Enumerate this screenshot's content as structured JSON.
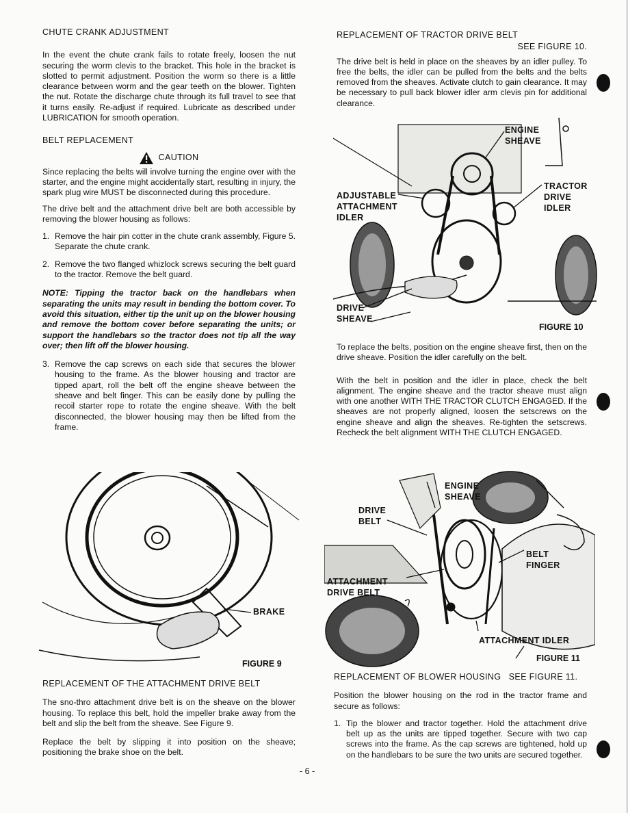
{
  "left": {
    "chute": {
      "heading": "CHUTE CRANK ADJUSTMENT",
      "body": "In the event the chute crank fails to rotate freely, loosen the nut securing the worm clevis to the bracket. This hole in the bracket is slotted to permit adjustment. Position the worm so there is a little clearance between worm and the gear teeth on the blower. Tighten the nut. Rotate the discharge chute through its full travel to see that it turns easily. Re-adjust if required. Lubricate as described under LUBRICATION for smooth operation."
    },
    "belt": {
      "heading": "BELT REPLACEMENT",
      "caution_label": "CAUTION",
      "caution_text": "Since replacing the belts will involve turning the engine over with the starter, and the engine might accidentally start, resulting in injury, the spark plug wire MUST be disconnected during this procedure.",
      "intro": "The drive belt and the attachment drive belt are both accessible by removing the blower housing as follows:",
      "steps": [
        {
          "num": "1.",
          "text": "Remove the hair pin cotter in the chute crank assembly, Figure 5. Separate the chute crank."
        },
        {
          "num": "2.",
          "text": "Remove the two flanged whizlock screws securing the belt guard to the tractor. Remove the belt guard."
        }
      ],
      "note": "NOTE: Tipping the tractor back on the handlebars when separating the units may result in bending the bottom cover. To avoid this situation, either tip the unit up on the blower housing and remove the bottom cover before separating the units; or support the handlebars so the tractor does not tip all the way over; then lift off the blower housing.",
      "step3": {
        "num": "3.",
        "text": "Remove the cap screws on each side that secures the blower housing to the frame. As the blower housing and tractor are tipped apart, roll the belt off the engine sheave between the sheave and belt finger. This can be easily done by pulling the recoil starter rope to rotate the engine sheave. With the belt disconnected, the blower housing may then be lifted from the frame."
      }
    },
    "figure9": {
      "brake_label": "BRAKE",
      "caption": "FIGURE 9"
    },
    "attachment": {
      "heading": "REPLACEMENT OF THE ATTACHMENT DRIVE BELT",
      "p1": "The sno-thro attachment drive belt is on the sheave on the blower housing. To replace this belt, hold the impeller brake away from the belt and slip the belt from the sheave. See Figure 9.",
      "p2": "Replace the belt by slipping it into position on the sheave; positioning the brake shoe on the belt."
    }
  },
  "right": {
    "tractor": {
      "heading": "REPLACEMENT OF TRACTOR DRIVE BELT",
      "see": "SEE FIGURE 10.",
      "body": "The drive belt is held in place on the sheaves by an idler pulley. To free the belts, the idler can be pulled from the belts and the belts removed from the sheaves. Activate clutch to gain clearance. It may be necessary to pull back blower idler arm clevis pin for additional clearance."
    },
    "figure10": {
      "labels": {
        "engine1": "ENGINE",
        "engine2": "SHEAVE",
        "adj1": "ADJUSTABLE",
        "adj2": "ATTACHMENT",
        "adj3": "IDLER",
        "trac1": "TRACTOR",
        "trac2": "DRIVE",
        "trac3": "IDLER",
        "drv1": "DRIVE",
        "drv2": "SHEAVE"
      },
      "caption": "FIGURE 10"
    },
    "p_replace": "To replace the belts, position on the engine sheave first, then on the drive sheave. Position the idler carefully on the belt.",
    "p_align": "With the belt in position and the idler in place, check the belt alignment. The engine sheave and the tractor sheave must align with one another WITH THE TRACTOR CLUTCH ENGAGED. If the sheaves are not properly aligned, loosen the setscrews on the engine sheave and align the sheaves. Re-tighten the setscrews. Recheck the belt alignment WITH THE CLUTCH ENGAGED.",
    "figure11": {
      "labels": {
        "engine1": "ENGINE",
        "engine2": "SHEAVE",
        "drive1": "DRIVE",
        "drive2": "BELT",
        "finger1": "BELT",
        "finger2": "FINGER",
        "att1": "ATTACHMENT",
        "att2": "DRIVE BELT",
        "idler": "ATTACHMENT IDLER"
      },
      "caption": "FIGURE 11"
    },
    "blower": {
      "heading": "REPLACEMENT OF BLOWER HOUSING",
      "see": "SEE FIGURE 11.",
      "intro": "Position the blower housing on the rod in the tractor frame and secure as follows:",
      "step1": {
        "num": "1.",
        "text": "Tip the blower and tractor together. Hold the attachment drive belt up as the units are tipped together. Secure with two cap screws into the frame. As the cap screws are tightened, hold up on the handlebars to be sure the two units are secured together."
      }
    }
  },
  "page_number": "- 6 -"
}
